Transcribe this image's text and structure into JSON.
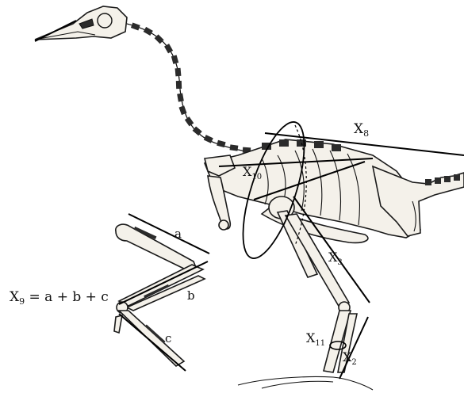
{
  "figure": {
    "labels": {
      "x8": "X",
      "x8_sub": "8",
      "x10": "X",
      "x10_sub": "10",
      "x3": "X",
      "x3_sub": "3",
      "x11": "X",
      "x11_sub": "11",
      "x2": "X",
      "x2_sub": "2",
      "a": "a",
      "b": "b",
      "c": "c",
      "formula_x": "X",
      "formula_sub": "9",
      "formula_rest": " = a + b + c"
    }
  }
}
